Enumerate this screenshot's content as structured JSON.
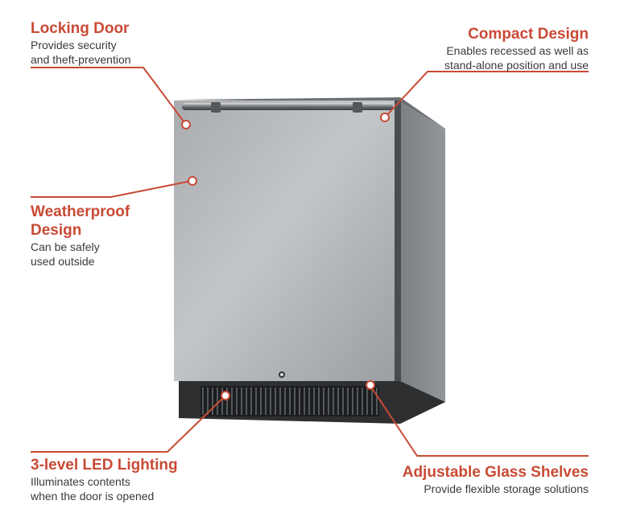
{
  "colors": {
    "accent": "#c94a35",
    "text": "#3a3a3a",
    "steel_light": "#b9bcbf",
    "steel_dark": "#7c8084",
    "base": "#2e2f31"
  },
  "callouts": {
    "locking_door": {
      "title": "Locking Door",
      "desc_line1": "Provides security",
      "desc_line2": "and theft-prevention"
    },
    "compact_design": {
      "title": "Compact Design",
      "desc_line1": "Enables recessed as well as",
      "desc_line2": "stand-alone position and use"
    },
    "weatherproof": {
      "title_line1": "Weatherproof",
      "title_line2": "Design",
      "desc_line1": "Can be safely",
      "desc_line2": "used outside"
    },
    "led_lighting": {
      "title": "3-level LED Lighting",
      "desc_line1": "Illuminates contents",
      "desc_line2": "when the door is opened"
    },
    "glass_shelves": {
      "title": "Adjustable Glass Shelves",
      "desc_line1": "Provide flexible storage solutions"
    }
  },
  "product": {
    "icons": [
      "refrigerator-image",
      "door-handle",
      "lock-keyhole-icon",
      "front-grille"
    ]
  }
}
